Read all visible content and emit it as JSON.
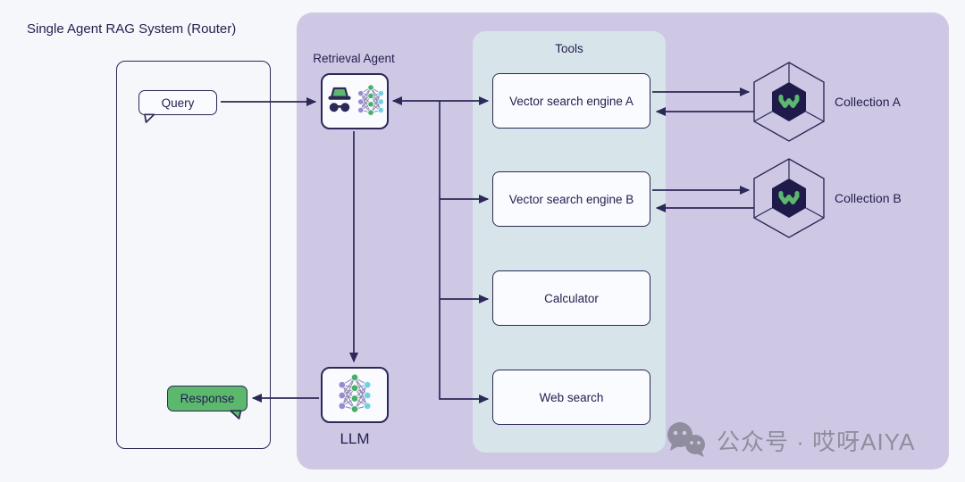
{
  "title": "Single Agent RAG System (Router)",
  "left_flow": {
    "query_label": "Query",
    "response_label": "Response"
  },
  "agent": {
    "label": "Retrieval Agent"
  },
  "llm": {
    "label": "LLM"
  },
  "tools": {
    "label": "Tools",
    "items": [
      "Vector search engine A",
      "Vector search engine B",
      "Calculator",
      "Web search"
    ]
  },
  "collections": [
    {
      "label": "Collection A"
    },
    {
      "label": "Collection B"
    }
  ],
  "watermark": {
    "text": "公众号 · 哎呀AIYA"
  },
  "colors": {
    "background": "#f6f7fa",
    "panel_purple": "#cfc8e4",
    "panel_blue": "#d7e4ea",
    "box_fill": "#fafbff",
    "line_navy": "#2c2857",
    "text_navy": "#221e4f",
    "accent_green": "#5bb86d",
    "hexagon_fill": "#1e1b4b",
    "node_purple": "#9a8bd0",
    "node_green": "#45b066",
    "node_cyan": "#6fd0e6",
    "watermark_grey": "#908d9f"
  }
}
